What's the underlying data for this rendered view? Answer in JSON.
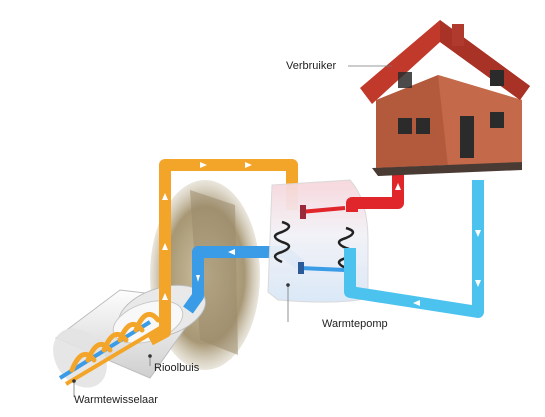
{
  "labels": {
    "verbruiker": "Verbruiker",
    "warmtepomp": "Warmtepomp",
    "rioolbuis": "Rioolbuis",
    "warmtewisselaar": "Warmtewisselaar"
  },
  "colors": {
    "warm_pipe": "#f3a52a",
    "cold_pipe": "#3a9be6",
    "hot_pipe": "#e0262b",
    "return_pipe": "#4cc3ee",
    "roof": "#c0392b",
    "brick": "#b35a3d"
  }
}
